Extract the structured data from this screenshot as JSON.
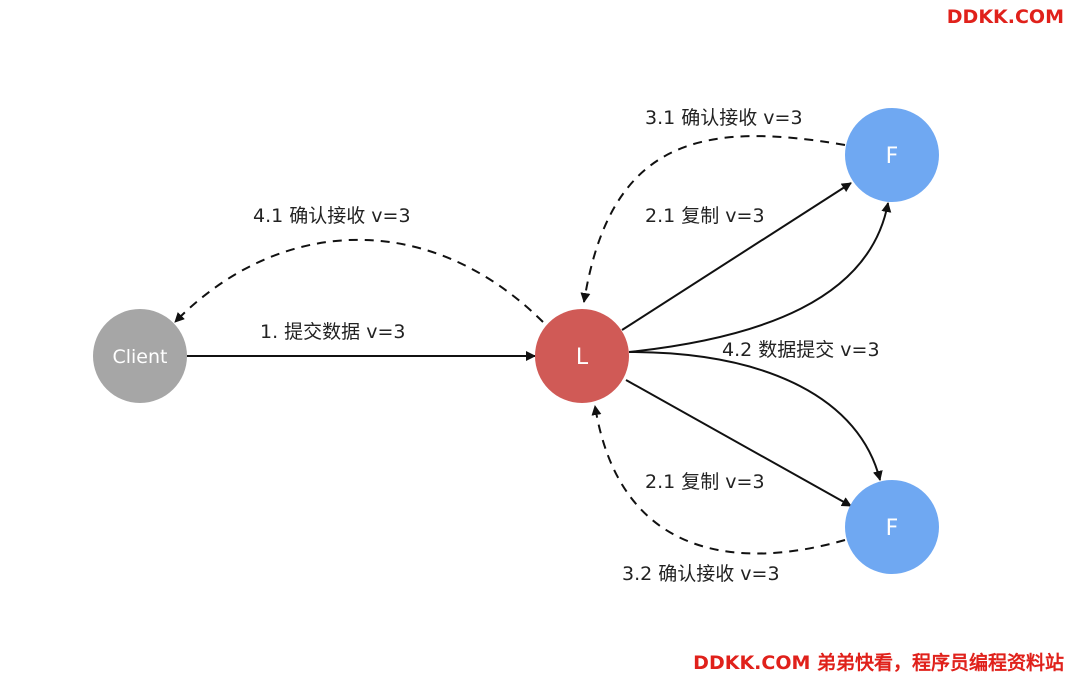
{
  "watermark_top": "DDKK.COM",
  "watermark_bottom": "DDKK.COM 弟弟快看，程序员编程资料站",
  "nodes": {
    "client": {
      "label": "Client",
      "color": "#a6a6a6"
    },
    "leader": {
      "label": "L",
      "color": "#d05a56"
    },
    "follower_top": {
      "label": "F",
      "color": "#6fa8f2"
    },
    "follower_bottom": {
      "label": "F",
      "color": "#6fa8f2"
    }
  },
  "edges": {
    "submit": "1. 提交数据 v=3",
    "replicate_top": "2.1 复制 v=3",
    "replicate_bottom": "2.1 复制 v=3",
    "ack_top": "3.1 确认接收 v=3",
    "ack_bottom": "3.2 确认接收 v=3",
    "ack_client": "4.1 确认接收 v=3",
    "commit": "4.2 数据提交 v=3"
  }
}
